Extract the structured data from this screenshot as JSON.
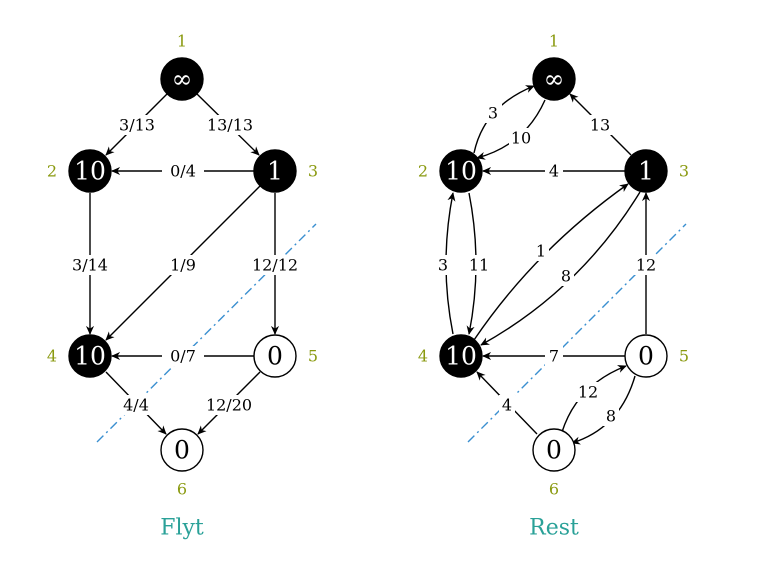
{
  "colors": {
    "index_label": "#8a9a10",
    "caption": "#2aa198",
    "cut_line": "#3a8fd0",
    "node_dark": "#000000",
    "node_light": "#ffffff"
  },
  "panels": [
    {
      "caption": "Flyt",
      "nodes": [
        {
          "id": 1,
          "value": "∞",
          "dark": true,
          "index": "1"
        },
        {
          "id": 2,
          "value": "10",
          "dark": true,
          "index": "2"
        },
        {
          "id": 3,
          "value": "1",
          "dark": true,
          "index": "3"
        },
        {
          "id": 4,
          "value": "10",
          "dark": true,
          "index": "4"
        },
        {
          "id": 5,
          "value": "0",
          "dark": false,
          "index": "5"
        },
        {
          "id": 6,
          "value": "0",
          "dark": false,
          "index": "6"
        }
      ],
      "edges": [
        {
          "from": 1,
          "to": 2,
          "label": "3/13"
        },
        {
          "from": 1,
          "to": 3,
          "label": "13/13"
        },
        {
          "from": 3,
          "to": 2,
          "label": "0/4"
        },
        {
          "from": 2,
          "to": 4,
          "label": "3/14"
        },
        {
          "from": 3,
          "to": 4,
          "label": "1/9"
        },
        {
          "from": 3,
          "to": 5,
          "label": "12/12"
        },
        {
          "from": 5,
          "to": 4,
          "label": "0/7"
        },
        {
          "from": 4,
          "to": 6,
          "label": "4/4"
        },
        {
          "from": 5,
          "to": 6,
          "label": "12/20"
        }
      ]
    },
    {
      "caption": "Rest",
      "nodes": [
        {
          "id": 1,
          "value": "∞",
          "dark": true,
          "index": "1"
        },
        {
          "id": 2,
          "value": "10",
          "dark": true,
          "index": "2"
        },
        {
          "id": 3,
          "value": "1",
          "dark": true,
          "index": "3"
        },
        {
          "id": 4,
          "value": "10",
          "dark": true,
          "index": "4"
        },
        {
          "id": 5,
          "value": "0",
          "dark": false,
          "index": "5"
        },
        {
          "id": 6,
          "value": "0",
          "dark": false,
          "index": "6"
        }
      ],
      "edges": [
        {
          "from": 2,
          "to": 1,
          "label": "3"
        },
        {
          "from": 1,
          "to": 2,
          "label": "10"
        },
        {
          "from": 3,
          "to": 1,
          "label": "13"
        },
        {
          "from": 3,
          "to": 2,
          "label": "4"
        },
        {
          "from": 4,
          "to": 2,
          "label": "3"
        },
        {
          "from": 2,
          "to": 4,
          "label": "11"
        },
        {
          "from": 4,
          "to": 3,
          "label": "1"
        },
        {
          "from": 3,
          "to": 4,
          "label": "8"
        },
        {
          "from": 5,
          "to": 3,
          "label": "12"
        },
        {
          "from": 5,
          "to": 4,
          "label": "7"
        },
        {
          "from": 6,
          "to": 4,
          "label": "4"
        },
        {
          "from": 6,
          "to": 5,
          "label": "12"
        },
        {
          "from": 5,
          "to": 6,
          "label": "8"
        }
      ]
    }
  ]
}
